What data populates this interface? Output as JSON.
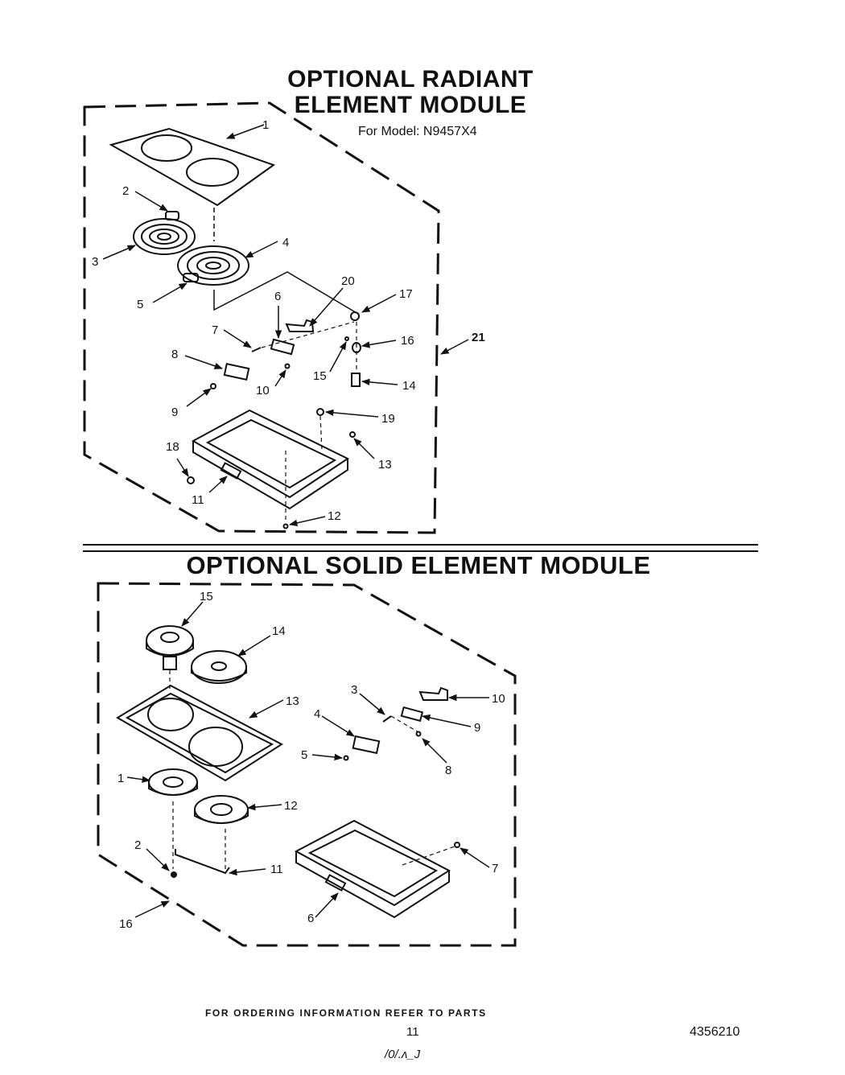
{
  "top_module": {
    "title_line1": "OPTIONAL RADIANT",
    "title_line2": "ELEMENT MODULE",
    "model_text": "For Model: N9457X4",
    "callouts": [
      "1",
      "2",
      "3",
      "4",
      "5",
      "6",
      "7",
      "8",
      "9",
      "10",
      "11",
      "12",
      "13",
      "14",
      "15",
      "16",
      "17",
      "18",
      "19",
      "20",
      "21"
    ]
  },
  "bottom_module": {
    "title": "OPTIONAL SOLID ELEMENT MODULE",
    "callouts": [
      "1",
      "2",
      "3",
      "4",
      "5",
      "6",
      "7",
      "8",
      "9",
      "10",
      "11",
      "12",
      "13",
      "14",
      "15",
      "16"
    ]
  },
  "footer": {
    "ordering_text": "FOR ORDERING INFORMATION REFER TO PARTS",
    "page_number": "11",
    "document_number": "4356210",
    "handwritten_mark": "/0/.ᴧ_J"
  }
}
